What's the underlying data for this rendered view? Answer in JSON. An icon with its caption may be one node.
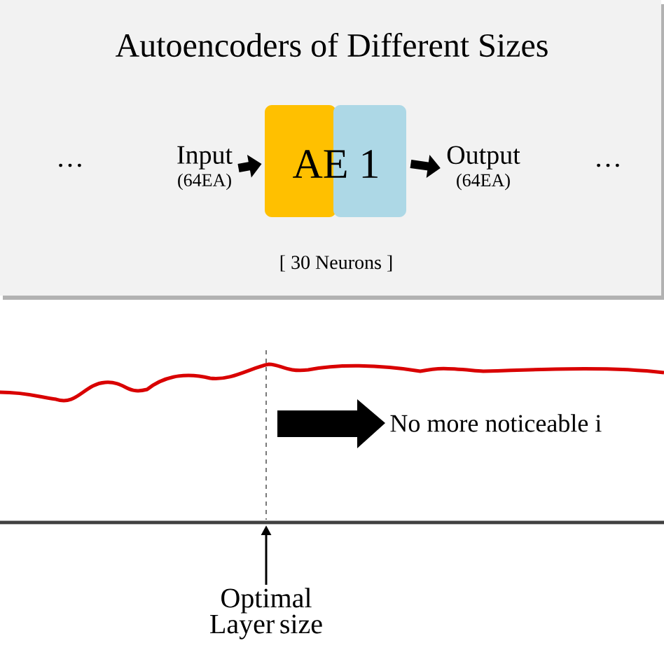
{
  "diagram": {
    "title": "Autoencoders of Different Sizes",
    "nodes": [
      {
        "text": [
          "…"
        ]
      },
      {
        "text": [
          "Input",
          "(64EA)"
        ]
      },
      {
        "text": [
          "AE 1"
        ]
      },
      {
        "text": [
          "Output",
          "(64EA)"
        ]
      },
      {
        "text": [
          "…"
        ]
      },
      {
        "text": [
          "Optimal Layer size"
        ]
      }
    ],
    "edges": [
      {
        "from": 1,
        "to": 2,
        "arrow": "to"
      },
      {
        "from": 2,
        "to": 3,
        "arrow": "to"
      },
      {
        "from": 5,
        "to": null,
        "arrow": "to"
      }
    ],
    "labels": [
      "[ 30 Neurons ]",
      "No more noticeable i"
    ]
  }
}
